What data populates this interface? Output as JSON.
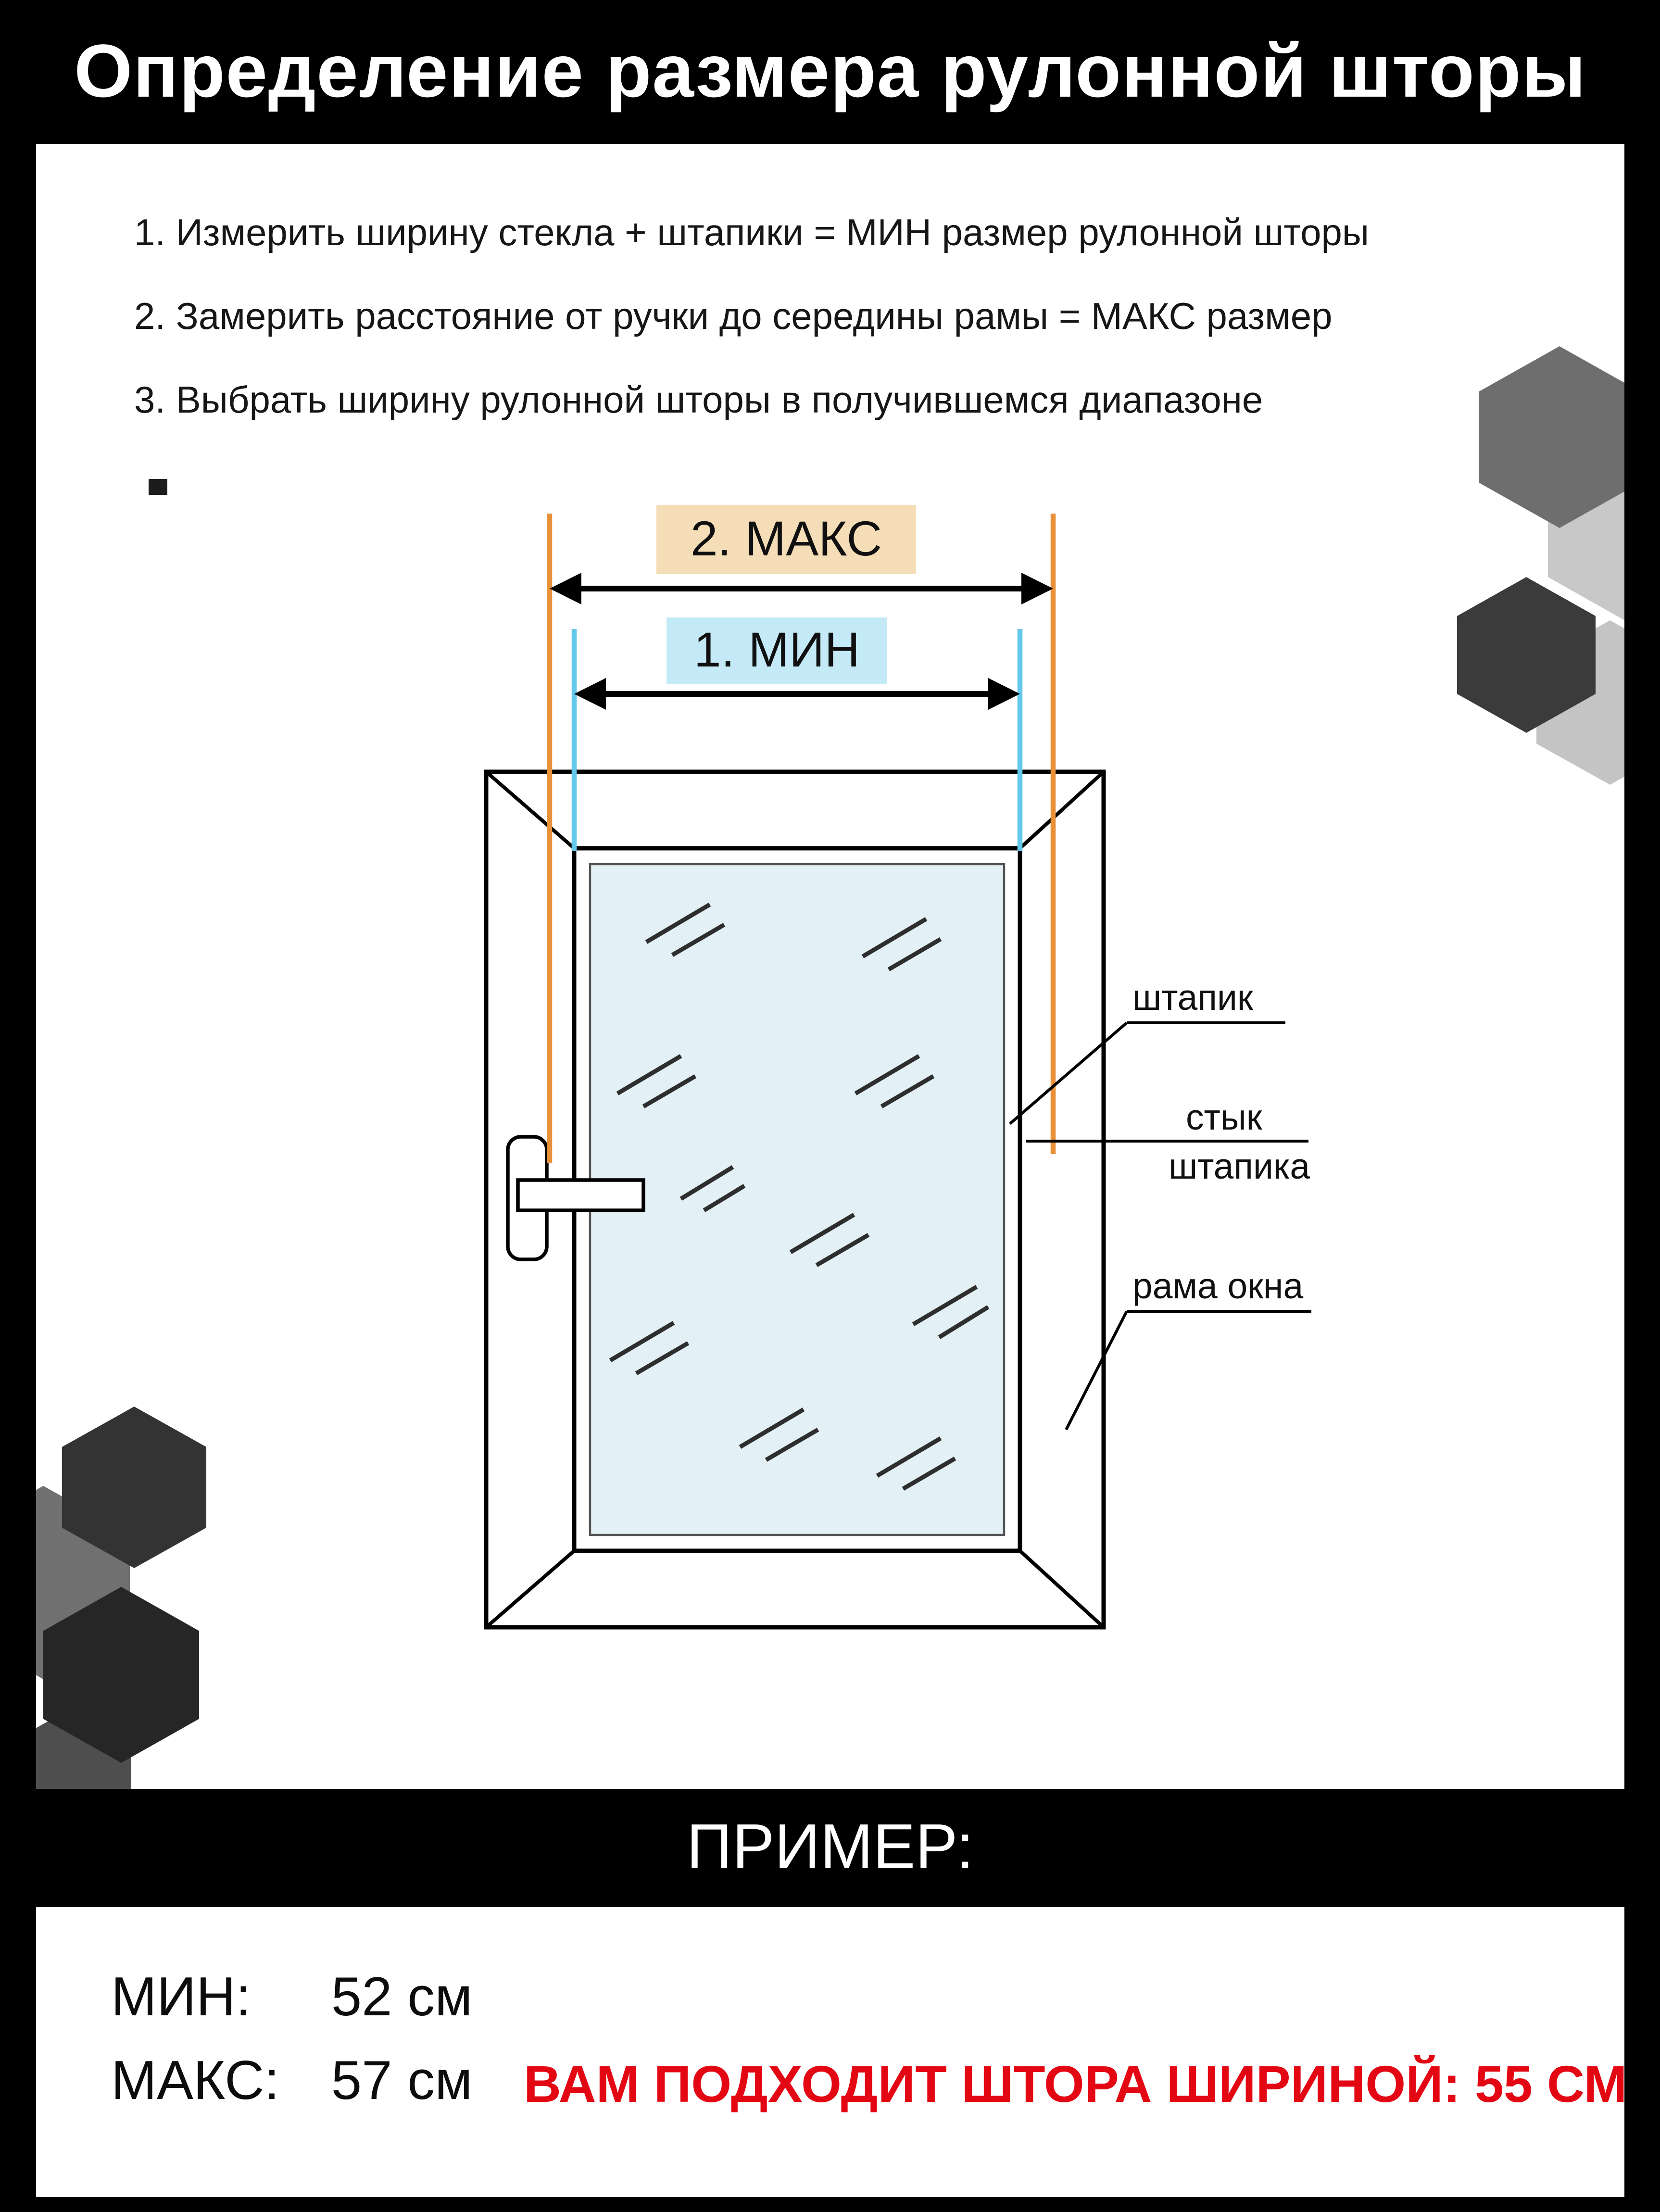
{
  "header": {
    "title": "Определение размера рулонной шторы"
  },
  "instructions": {
    "items": [
      "1. Измерить ширину стекла + штапики = МИН размер рулонной шторы",
      "2. Замерить расстояние от ручки до середины рамы = МАКС размер",
      "3. Выбрать ширину рулонной шторы в получившемся диапазоне"
    ]
  },
  "diagram": {
    "max_label": "2. МАКС",
    "min_label": "1. МИН",
    "annotations": {
      "bead": "штапик",
      "bead_joint_line1": "стык",
      "bead_joint_line2": "штапика",
      "frame": "рама окна"
    },
    "colors": {
      "max_line": "#E8913A",
      "min_line": "#63C8EA",
      "max_label_bg": "#F4DDB7",
      "min_label_bg": "#C4EAF7",
      "glass": "#E3F0F6"
    }
  },
  "example": {
    "band_title": "ПРИМЕР:",
    "rows": [
      {
        "label": "МИН:",
        "value": "52 см"
      },
      {
        "label": "МАКС:",
        "value": "57 см"
      }
    ],
    "result": "ВАМ ПОДХОДИТ ШТОРА ШИРИНОЙ: 55 СМ",
    "result_color": "#E30613"
  }
}
